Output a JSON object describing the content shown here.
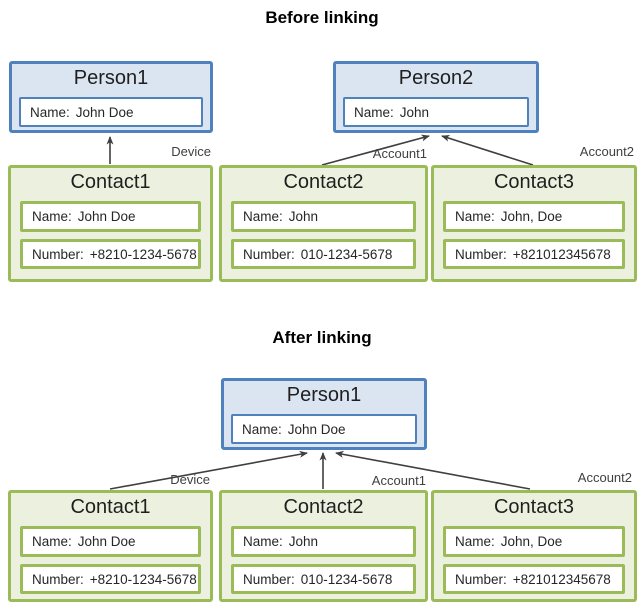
{
  "colors": {
    "person_border": "#4f81bd",
    "person_fill": "#dbe5f1",
    "contact_border": "#9bbb59",
    "contact_fill": "#ebf1de",
    "field_fill": "#ffffff",
    "arrow": "#3f3f3f",
    "text": "#262626"
  },
  "sections": [
    {
      "title": "Before linking",
      "persons": [
        {
          "name": "Person1",
          "field": {
            "label": "Name:",
            "value": "John Doe"
          }
        },
        {
          "name": "Person2",
          "field": {
            "label": "Name:",
            "value": "John"
          }
        }
      ],
      "contacts": [
        {
          "name": "Contact1",
          "tag": "Device",
          "name_field": {
            "label": "Name:",
            "value": "John Doe"
          },
          "number_field": {
            "label": "Number:",
            "value": "+8210-1234-5678"
          }
        },
        {
          "name": "Contact2",
          "tag": "Account1",
          "name_field": {
            "label": "Name:",
            "value": "John"
          },
          "number_field": {
            "label": "Number:",
            "value": "010-1234-5678"
          }
        },
        {
          "name": "Contact3",
          "tag": "Account2",
          "name_field": {
            "label": "Name:",
            "value": "John, Doe"
          },
          "number_field": {
            "label": "Number:",
            "value": "+821012345678"
          }
        }
      ]
    },
    {
      "title": "After linking",
      "persons": [
        {
          "name": "Person1",
          "field": {
            "label": "Name:",
            "value": "John Doe"
          }
        }
      ],
      "contacts": [
        {
          "name": "Contact1",
          "tag": "Device",
          "name_field": {
            "label": "Name:",
            "value": "John Doe"
          },
          "number_field": {
            "label": "Number:",
            "value": "+8210-1234-5678"
          }
        },
        {
          "name": "Contact2",
          "tag": "Account1",
          "name_field": {
            "label": "Name:",
            "value": "John"
          },
          "number_field": {
            "label": "Number:",
            "value": "010-1234-5678"
          }
        },
        {
          "name": "Contact3",
          "tag": "Account2",
          "name_field": {
            "label": "Name:",
            "value": "John, Doe"
          },
          "number_field": {
            "label": "Number:",
            "value": "+821012345678"
          }
        }
      ]
    }
  ]
}
